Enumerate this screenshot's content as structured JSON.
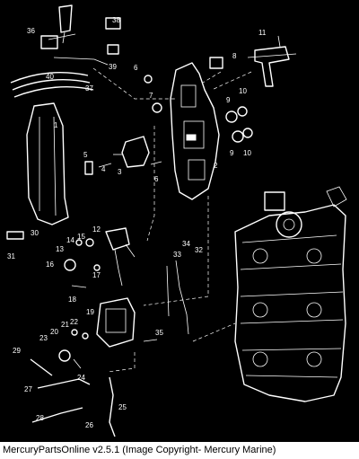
{
  "caption": "MercuryPartsOnline v2.5.1 (Image Copyright- Mercury Marine)",
  "callouts": [
    {
      "id": "c1",
      "text": "1"
    },
    {
      "id": "c2",
      "text": "2"
    },
    {
      "id": "c3",
      "text": "3"
    },
    {
      "id": "c4",
      "text": "4"
    },
    {
      "id": "c5",
      "text": "5"
    },
    {
      "id": "c6a",
      "text": "6"
    },
    {
      "id": "c6b",
      "text": "6"
    },
    {
      "id": "c7",
      "text": "7"
    },
    {
      "id": "c8",
      "text": "8"
    },
    {
      "id": "c9a",
      "text": "9"
    },
    {
      "id": "c9b",
      "text": "9"
    },
    {
      "id": "c10a",
      "text": "10"
    },
    {
      "id": "c10b",
      "text": "10"
    },
    {
      "id": "c11",
      "text": "11"
    },
    {
      "id": "c12",
      "text": "12"
    },
    {
      "id": "c13",
      "text": "13"
    },
    {
      "id": "c14",
      "text": "14"
    },
    {
      "id": "c15",
      "text": "15"
    },
    {
      "id": "c16",
      "text": "16"
    },
    {
      "id": "c17",
      "text": "17"
    },
    {
      "id": "c18",
      "text": "18"
    },
    {
      "id": "c19",
      "text": "19"
    },
    {
      "id": "c20",
      "text": "20"
    },
    {
      "id": "c21",
      "text": "21"
    },
    {
      "id": "c22",
      "text": "22"
    },
    {
      "id": "c23",
      "text": "23"
    },
    {
      "id": "c24",
      "text": "24"
    },
    {
      "id": "c25",
      "text": "25"
    },
    {
      "id": "c26",
      "text": "26"
    },
    {
      "id": "c27",
      "text": "27"
    },
    {
      "id": "c28",
      "text": "28"
    },
    {
      "id": "c29",
      "text": "29"
    },
    {
      "id": "c30",
      "text": "30"
    },
    {
      "id": "c31",
      "text": "31"
    },
    {
      "id": "c32",
      "text": "32"
    },
    {
      "id": "c33",
      "text": "33"
    },
    {
      "id": "c34",
      "text": "34"
    },
    {
      "id": "c35",
      "text": "35"
    },
    {
      "id": "c36",
      "text": "36"
    },
    {
      "id": "c37",
      "text": "37"
    },
    {
      "id": "c38",
      "text": "38"
    },
    {
      "id": "c39",
      "text": "39"
    },
    {
      "id": "c40",
      "text": "40"
    }
  ]
}
